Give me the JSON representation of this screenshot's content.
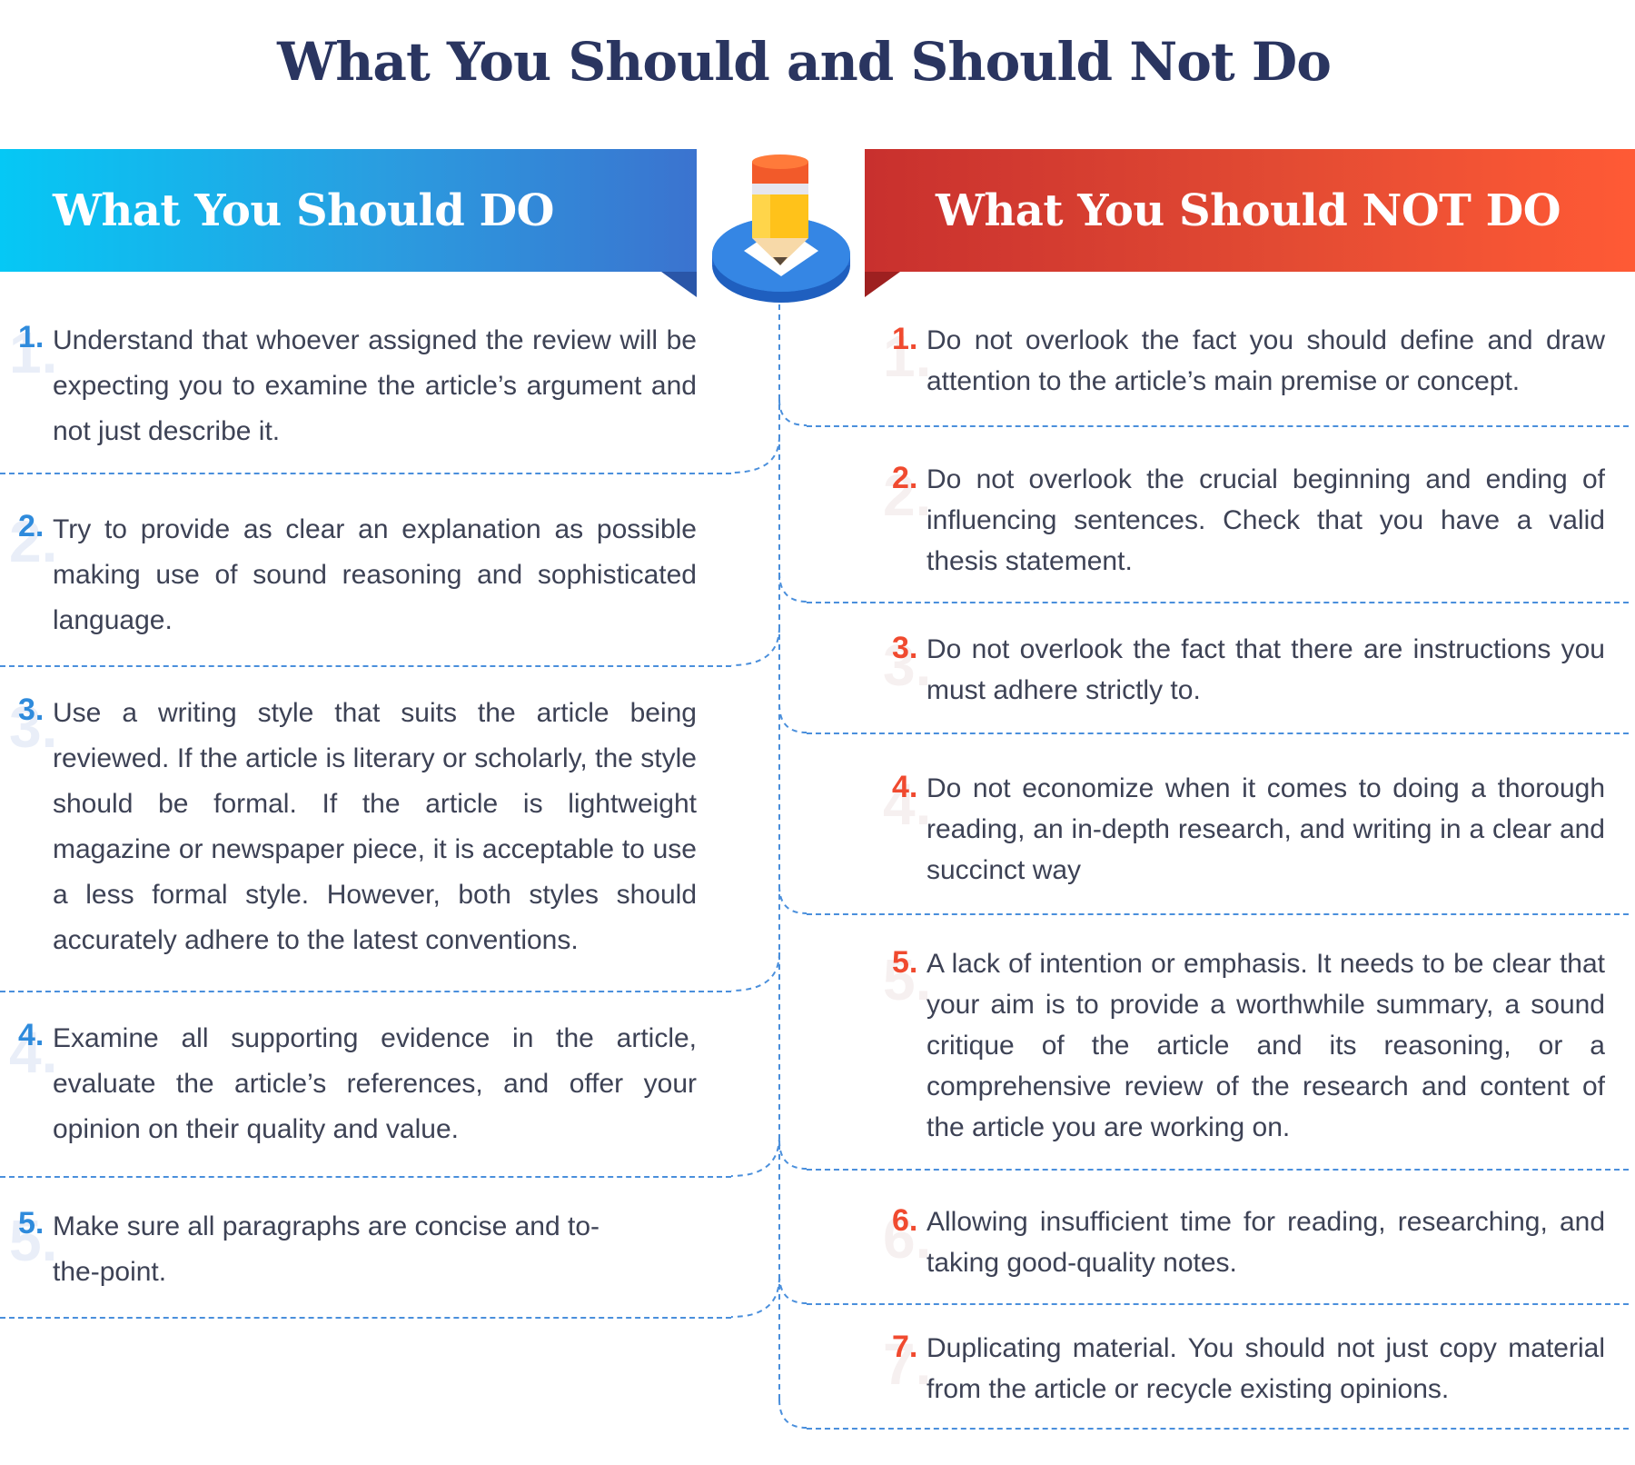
{
  "title": "What You Should and Should Not Do",
  "do_column": {
    "heading": "What You Should DO",
    "items": [
      {
        "num": "1.",
        "text": "Understand that whoever assigned the review will be expecting you to examine the article’s argument and not just describe it."
      },
      {
        "num": "2.",
        "text": "Try to provide as clear an explanation as possible making use of sound reasoning and sophisticated language."
      },
      {
        "num": "3.",
        "text": "Use a writing style that suits the article being reviewed. If the article is literary or scholarly, the style should be formal. If the article is lightweight magazine or newspaper piece, it is acceptable to use a less formal style. However, both styles should accurately adhere to the latest conventions."
      },
      {
        "num": "4.",
        "text": "Examine all supporting evidence in the article, evaluate the article’s references, and offer your opinion on their quality and value."
      },
      {
        "num": "5.",
        "text": "Make sure all paragraphs are concise and to-the-point."
      }
    ]
  },
  "not_column": {
    "heading": "What You Should NOT DO",
    "items": [
      {
        "num": "1.",
        "text": "Do not overlook the fact you should define and draw attention to the article’s main premise or concept."
      },
      {
        "num": "2.",
        "text": "Do not overlook the crucial beginning and ending of influencing sentences. Check that you have a valid thesis statement."
      },
      {
        "num": "3.",
        "text": "Do not overlook the fact that there are instructions you must adhere strictly to."
      },
      {
        "num": "4.",
        "text": "Do not economize when it comes to doing a thorough reading, an in-depth research, and writing in a clear and succinct way"
      },
      {
        "num": "5.",
        "text": "A lack of intention or emphasis. It needs to be clear that your aim is to provide a worthwhile summary, a sound critique of the article and its reasoning, or a comprehensive review of the research and content of the article you are working on."
      },
      {
        "num": "6.",
        "text": "Allowing insufficient time for reading, researching, and taking good-quality notes."
      },
      {
        "num": "7.",
        "text": "Duplicating material. You should not just copy material from the article or recycle existing opinions."
      }
    ]
  },
  "colors": {
    "title": "#2a3560",
    "do_accent": "#2f8bdc",
    "not_accent": "#f04a2f",
    "dashed_line": "#4a8fdc"
  },
  "icons": [
    "pencil-on-platform-icon"
  ]
}
